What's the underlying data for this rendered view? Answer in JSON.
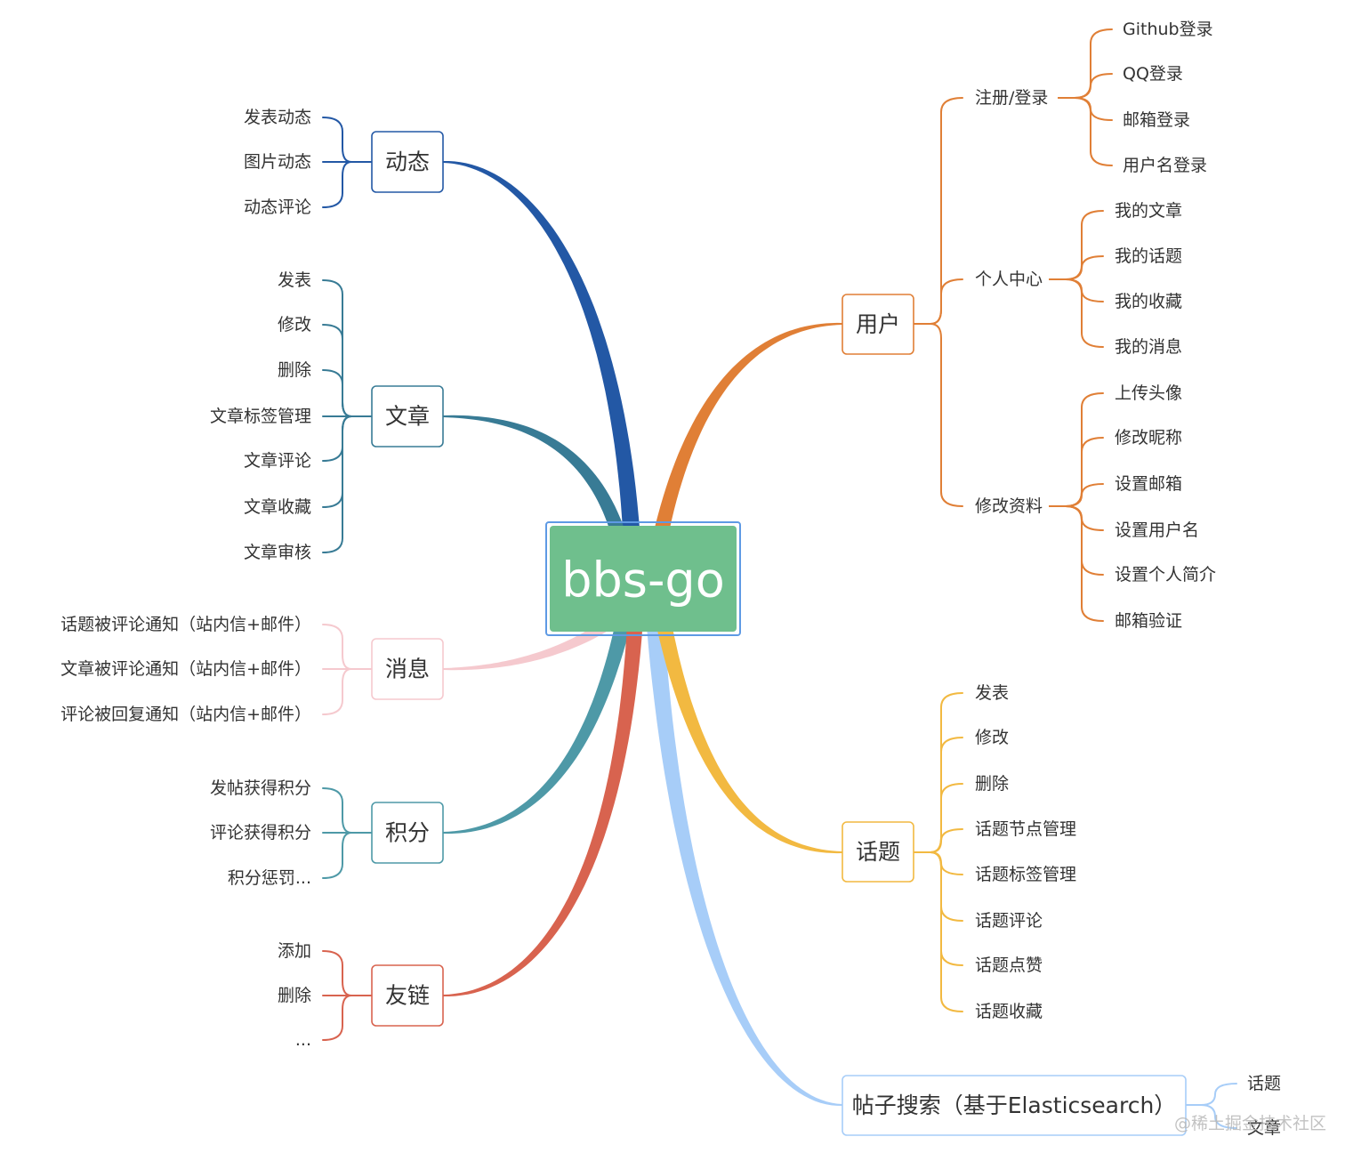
{
  "root": {
    "label": "bbs-go",
    "color": "#6fbf8d",
    "selection_color": "#5e9ae4"
  },
  "left": [
    {
      "label": "动态",
      "color": "#2358a5",
      "children": [
        "发表动态",
        "图片动态",
        "动态评论"
      ]
    },
    {
      "label": "文章",
      "color": "#387b95",
      "children": [
        "发表",
        "修改",
        "删除",
        "文章标签管理",
        "文章评论",
        "文章收藏",
        "文章审核"
      ]
    },
    {
      "label": "消息",
      "color": "#f5c9ce",
      "children": [
        "话题被评论通知（站内信+邮件）",
        "文章被评论通知（站内信+邮件）",
        "评论被回复通知（站内信+邮件）"
      ]
    },
    {
      "label": "积分",
      "color": "#4e99a7",
      "children": [
        "发帖获得积分",
        "评论获得积分",
        "积分惩罚..."
      ]
    },
    {
      "label": "友链",
      "color": "#d8634f",
      "children": [
        "添加",
        "删除",
        "..."
      ]
    }
  ],
  "right": [
    {
      "label": "用户",
      "color": "#e07f36",
      "children": [
        {
          "label": "注册/登录",
          "children": [
            "Github登录",
            "QQ登录",
            "邮箱登录",
            "用户名登录"
          ]
        },
        {
          "label": "个人中心",
          "children": [
            "我的文章",
            "我的话题",
            "我的收藏",
            "我的消息"
          ]
        },
        {
          "label": "修改资料",
          "children": [
            "上传头像",
            "修改昵称",
            "设置邮箱",
            "设置用户名",
            "设置个人简介",
            "邮箱验证"
          ]
        }
      ]
    },
    {
      "label": "话题",
      "color": "#f2b941",
      "children": [
        "发表",
        "修改",
        "删除",
        "话题节点管理",
        "话题标签管理",
        "话题评论",
        "话题点赞",
        "话题收藏"
      ]
    },
    {
      "label": "帖子搜索（基于Elasticsearch）",
      "color": "#a7cdf8",
      "children": [
        "话题",
        "文章"
      ]
    }
  ],
  "watermark": "@稀土掘金技术社区"
}
